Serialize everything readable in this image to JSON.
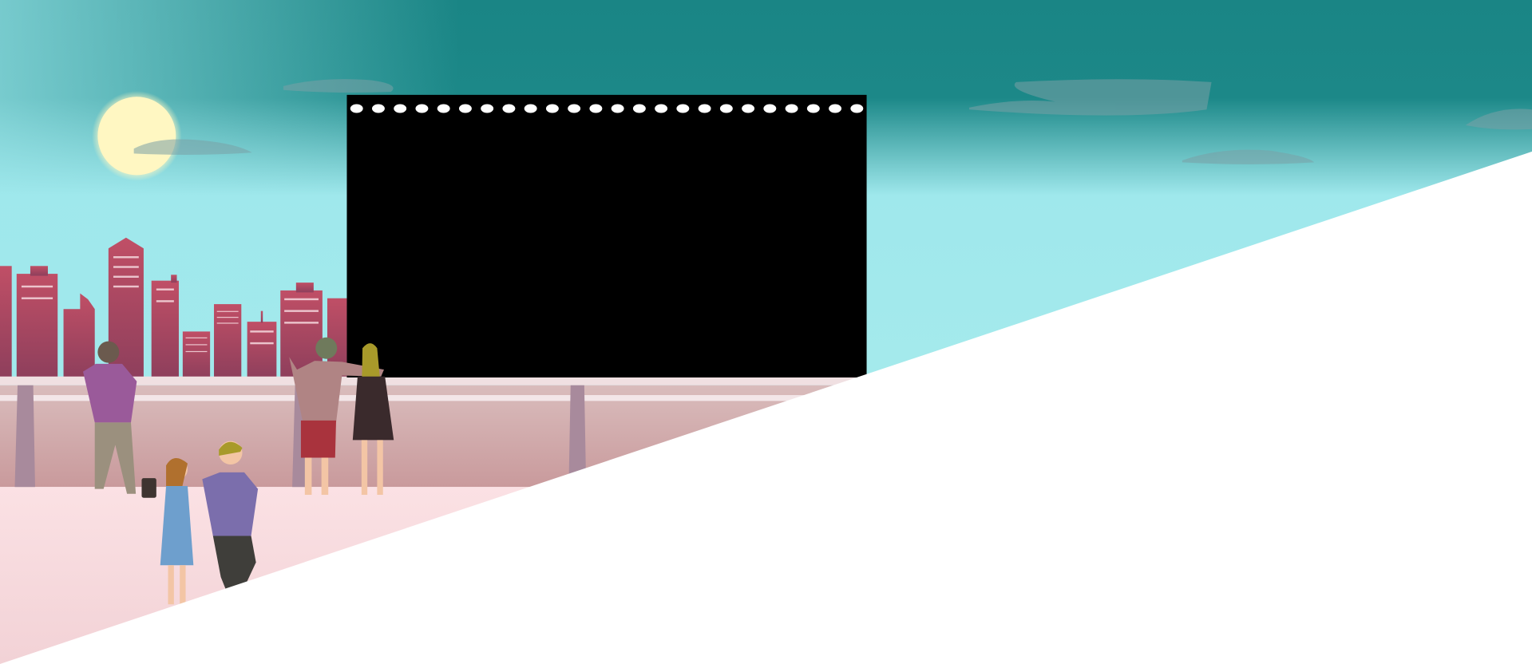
{
  "scene": {
    "sky_top": "#1a8585",
    "sky_bottom": "#9fe8ec",
    "sun": "#fff7c2",
    "building": "#b34d68",
    "wall": "#d6b3b3",
    "floor": "#fbe3e6",
    "screen": "#000000",
    "screen_dot_count": 24
  },
  "icons": [
    "sun-icon",
    "cloud-icon",
    "billboard-screen",
    "person-figure"
  ]
}
